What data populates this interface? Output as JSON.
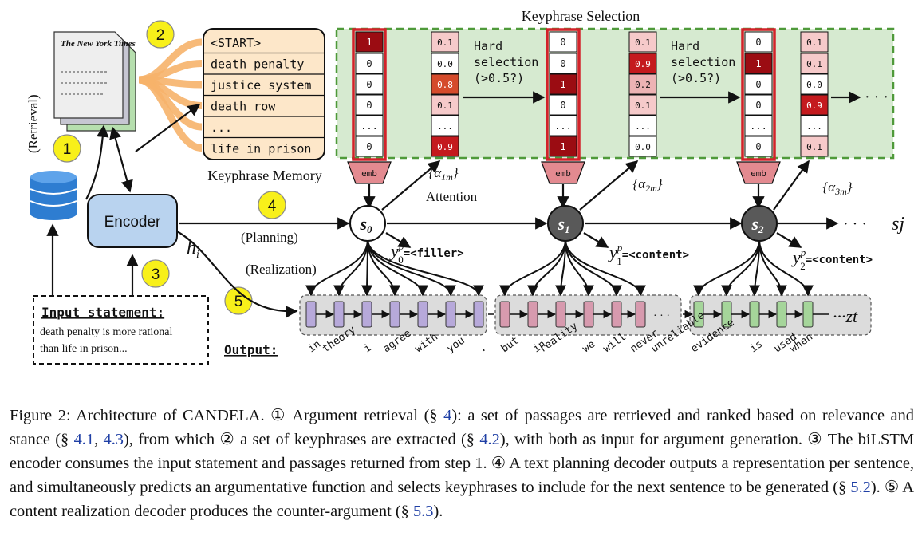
{
  "figure": {
    "newspaper": {
      "title": "The New York Times"
    },
    "retrieval_label": "(Retrieval)",
    "step_badges": [
      "1",
      "2",
      "3",
      "4",
      "5"
    ],
    "keyphrase_memory": {
      "items": [
        "<START>",
        "death penalty",
        "justice system",
        "death row",
        "...",
        "life in prison"
      ],
      "label": "Keyphrase Memory"
    },
    "keyphrase_selection": {
      "title": "Keyphrase Selection"
    },
    "selection_vectors": [
      [
        "1",
        "0",
        "0",
        "0",
        "...",
        "0"
      ],
      [
        "0",
        "0",
        "1",
        "0",
        "...",
        "1"
      ],
      [
        "0",
        "1",
        "0",
        "0",
        "...",
        "0"
      ]
    ],
    "attention_vectors": [
      [
        "0.1",
        "0.0",
        "0.8",
        "0.1",
        "...",
        "0.9"
      ],
      [
        "0.1",
        "0.9",
        "0.2",
        "0.1",
        "...",
        "0.0"
      ],
      [
        "0.1",
        "0.1",
        "0.0",
        "0.9",
        "...",
        "0.1"
      ]
    ],
    "hard_selection": [
      "Hard",
      "selection",
      "(>0.5?)"
    ],
    "emb_label": "emb",
    "alpha": [
      "{α1m}",
      "{α2m}",
      "{α3m}"
    ],
    "attention_label": "Attention",
    "encoder": {
      "label": "Encoder",
      "hidden": "hi"
    },
    "planning_label": "(Planning)",
    "realization_label": "(Realization)",
    "states": [
      "s0",
      "s1",
      "s2"
    ],
    "state_j": "sj",
    "ellipsis": "· · ·",
    "predictions": [
      {
        "y": "y",
        "sup": "p",
        "sub": "0",
        "tag": "=<filler>"
      },
      {
        "y": "y",
        "sup": "p",
        "sub": "1",
        "tag": "=<content>"
      },
      {
        "y": "y",
        "sup": "p",
        "sub": "2",
        "tag": "=<content>"
      }
    ],
    "input_statement": {
      "heading": "Input statement:",
      "text_line1": "death penalty is more rational",
      "text_line2": "than life in prison..."
    },
    "output_label": "Output:",
    "output_words": [
      "in",
      "theory",
      "i",
      "agree",
      "with",
      "you",
      ".",
      "but",
      "in",
      "reality",
      "we",
      "will",
      "never",
      "unreliable",
      "evidence",
      "is",
      "used",
      "when"
    ],
    "z_label": "···zt",
    "colors": {
      "selection_green_bg": "#d6ead0",
      "selection_green_border": "#4f9a3a",
      "encoder_fill": "#b9d3ef",
      "memory_fill": "#fde7c9",
      "dark_red": "#9b0c12",
      "badge_yellow": "#f8f01a",
      "lstm_purple": "#b7a9da",
      "lstm_pink": "#d79aae",
      "lstm_green": "#a5d59a"
    }
  },
  "caption": {
    "p1": "Figure 2: Architecture of CANDELA. ① Argument retrieval (§ ",
    "r1": "4",
    "p2": "): a set of passages are retrieved and ranked based on relevance and stance (§ ",
    "r2": "4.1",
    "p3": ", ",
    "r3": "4.3",
    "p4": "), from which ② a set of keyphrases are extracted (§ ",
    "r4": "4.2",
    "p5": "), with both as input for argument generation. ③ The biLSTM encoder consumes the input statement and passages returned from step 1. ④ A text planning decoder outputs a representation per sentence, and simultaneously predicts an argumentative function and selects keyphrases to include for the next sentence to be generated (§ ",
    "r5": "5.2",
    "p6": "). ⑤ A content realization decoder produces the counter-argument (§ ",
    "r6": "5.3",
    "p7": ")."
  }
}
